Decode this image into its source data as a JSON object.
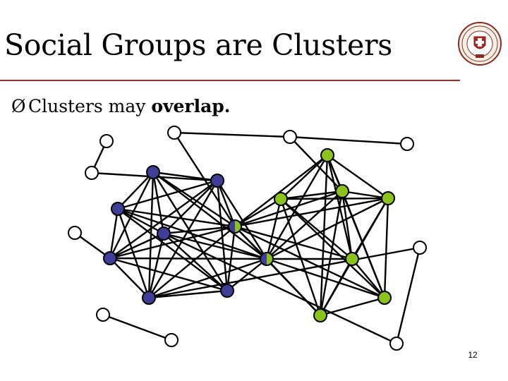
{
  "slide": {
    "title": "Social Groups are Clusters",
    "bullet_arrow": "Ø",
    "bullet_text": "Clusters may ",
    "bullet_emphasis": "overlap.",
    "page_number": "12"
  },
  "colors": {
    "title_rule": "#b3261e",
    "cluster_blue": "#3f3f9a",
    "cluster_green": "#8cc21c",
    "unclustered": "#ffffff",
    "edge": "#000000"
  },
  "graph": {
    "nodes": [
      {
        "id": "w1",
        "group": "none"
      },
      {
        "id": "w2",
        "group": "none"
      },
      {
        "id": "w3",
        "group": "none"
      },
      {
        "id": "w4",
        "group": "none"
      },
      {
        "id": "w5",
        "group": "none"
      },
      {
        "id": "w6",
        "group": "none"
      },
      {
        "id": "w7",
        "group": "none"
      },
      {
        "id": "w8",
        "group": "none"
      },
      {
        "id": "w9",
        "group": "none"
      },
      {
        "id": "w10",
        "group": "none"
      },
      {
        "id": "b1",
        "group": "blue"
      },
      {
        "id": "b2",
        "group": "blue"
      },
      {
        "id": "b3",
        "group": "blue"
      },
      {
        "id": "b4",
        "group": "blue"
      },
      {
        "id": "b5",
        "group": "blue"
      },
      {
        "id": "b6",
        "group": "blue"
      },
      {
        "id": "b7",
        "group": "blue"
      },
      {
        "id": "o1",
        "group": "both"
      },
      {
        "id": "o2",
        "group": "both"
      },
      {
        "id": "g1",
        "group": "green"
      },
      {
        "id": "g2",
        "group": "green"
      },
      {
        "id": "g3",
        "group": "green"
      },
      {
        "id": "g4",
        "group": "green"
      },
      {
        "id": "g5",
        "group": "green"
      },
      {
        "id": "g6",
        "group": "green"
      },
      {
        "id": "g7",
        "group": "green"
      }
    ],
    "edges": [
      [
        "w1",
        "w2"
      ],
      [
        "w2",
        "b2"
      ],
      [
        "w3",
        "b5"
      ],
      [
        "w4",
        "w5"
      ],
      [
        "w6",
        "o1"
      ],
      [
        "w6",
        "w7"
      ],
      [
        "w7",
        "g2"
      ],
      [
        "w7",
        "w9"
      ],
      [
        "w8",
        "w10"
      ],
      [
        "w8",
        "b4"
      ],
      [
        "w10",
        "b7"
      ],
      [
        "b1",
        "b2"
      ],
      [
        "b1",
        "b3"
      ],
      [
        "b1",
        "b4"
      ],
      [
        "b1",
        "b5"
      ],
      [
        "b1",
        "b6"
      ],
      [
        "b1",
        "b7"
      ],
      [
        "b1",
        "o1"
      ],
      [
        "b1",
        "o2"
      ],
      [
        "b2",
        "b3"
      ],
      [
        "b2",
        "b4"
      ],
      [
        "b2",
        "b5"
      ],
      [
        "b2",
        "b6"
      ],
      [
        "b2",
        "b7"
      ],
      [
        "b2",
        "o1"
      ],
      [
        "b2",
        "o2"
      ],
      [
        "b3",
        "b4"
      ],
      [
        "b3",
        "b5"
      ],
      [
        "b3",
        "b6"
      ],
      [
        "b3",
        "b7"
      ],
      [
        "b3",
        "o1"
      ],
      [
        "b3",
        "o2"
      ],
      [
        "b4",
        "b5"
      ],
      [
        "b4",
        "b6"
      ],
      [
        "b4",
        "b7"
      ],
      [
        "b4",
        "o1"
      ],
      [
        "b4",
        "o2"
      ],
      [
        "b5",
        "b6"
      ],
      [
        "b5",
        "b7"
      ],
      [
        "b5",
        "o1"
      ],
      [
        "b5",
        "o2"
      ],
      [
        "b6",
        "b7"
      ],
      [
        "b6",
        "o1"
      ],
      [
        "b6",
        "o2"
      ],
      [
        "b7",
        "o1"
      ],
      [
        "b7",
        "o2"
      ],
      [
        "o1",
        "o2"
      ],
      [
        "o1",
        "g1"
      ],
      [
        "o1",
        "g2"
      ],
      [
        "o1",
        "g3"
      ],
      [
        "o1",
        "g4"
      ],
      [
        "o1",
        "g5"
      ],
      [
        "o1",
        "g6"
      ],
      [
        "o1",
        "g7"
      ],
      [
        "o2",
        "g1"
      ],
      [
        "o2",
        "g2"
      ],
      [
        "o2",
        "g3"
      ],
      [
        "o2",
        "g4"
      ],
      [
        "o2",
        "g5"
      ],
      [
        "o2",
        "g6"
      ],
      [
        "o2",
        "g7"
      ],
      [
        "g1",
        "g2"
      ],
      [
        "g1",
        "g3"
      ],
      [
        "g1",
        "g4"
      ],
      [
        "g1",
        "g5"
      ],
      [
        "g1",
        "g6"
      ],
      [
        "g1",
        "g7"
      ],
      [
        "g2",
        "g3"
      ],
      [
        "g2",
        "g4"
      ],
      [
        "g2",
        "g5"
      ],
      [
        "g2",
        "g6"
      ],
      [
        "g2",
        "g7"
      ],
      [
        "g3",
        "g4"
      ],
      [
        "g3",
        "g5"
      ],
      [
        "g3",
        "g6"
      ],
      [
        "g3",
        "g7"
      ],
      [
        "g4",
        "g5"
      ],
      [
        "g4",
        "g6"
      ],
      [
        "g4",
        "g7"
      ],
      [
        "g5",
        "g6"
      ],
      [
        "g5",
        "g7"
      ],
      [
        "g6",
        "g7"
      ]
    ]
  }
}
